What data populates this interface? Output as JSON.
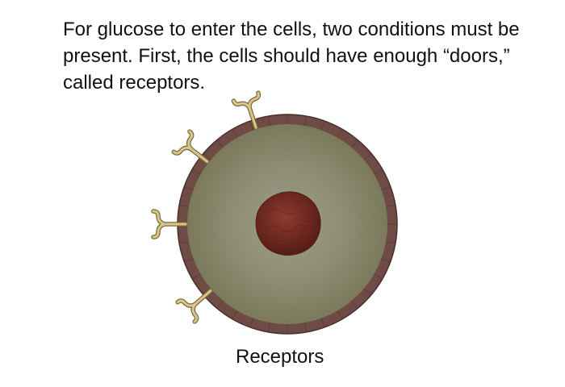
{
  "caption": "For glucose to enter the cells, two conditions must be present. First, the cells should have enough “doors,” called receptors.",
  "label": "Receptors",
  "colors": {
    "membrane": "#6e4b45",
    "membrane_dark": "#4a302c",
    "cytoplasm_center": "#9ea08e",
    "cytoplasm_mid": "#8e8d72",
    "cytoplasm_edge": "#7c7a5c",
    "nucleus": "#7d2f26",
    "nucleus_dark": "#561d16",
    "receptor": "#d8c78b",
    "receptor_outline": "#7a6a3a"
  },
  "receptor_count": 4
}
